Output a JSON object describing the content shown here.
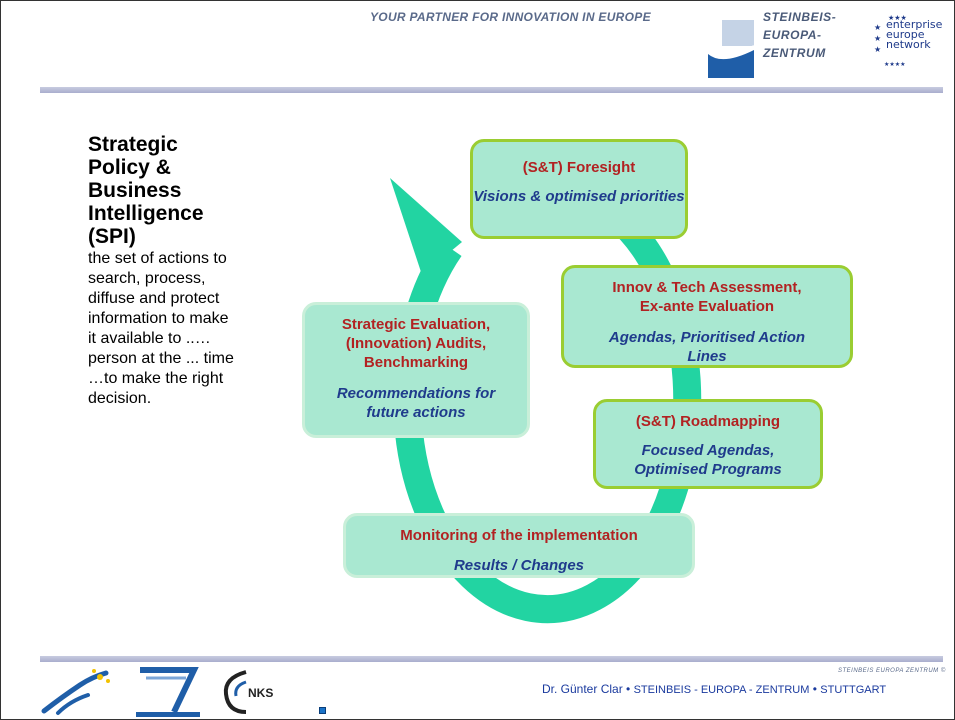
{
  "header": {
    "tagline": "YOUR PARTNER FOR INNOVATION IN EUROPE",
    "logo_lines": [
      "STEINBEIS-",
      "EUROPA-",
      "ZENTRUM"
    ],
    "een_lines": [
      "enterprise",
      "europe",
      "network"
    ]
  },
  "left": {
    "title": "Strategic Policy & Business Intelligence (SPI)",
    "description": "the set of actions to search, process, diffuse and protect information to make it available to ..…person at the ... time …to make the right decision."
  },
  "cycle": {
    "foresight": {
      "title": "(S&T) Foresight",
      "sub": "Visions & optimised priorities"
    },
    "assessment": {
      "title": "Innov & Tech Assessment, Ex-ante Evaluation",
      "sub": "Agendas, Prioritised Action Lines"
    },
    "roadmapping": {
      "title": "(S&T) Roadmapping",
      "sub": "Focused Agendas, Optimised Programs"
    },
    "monitoring": {
      "title": "Monitoring of the implementation",
      "sub": "Results / Changes"
    },
    "evaluation": {
      "title": "Strategic Evaluation, (Innovation) Audits, Benchmarking",
      "sub": "Recommendations for future actions"
    }
  },
  "footer": {
    "small": "STEINBEIS EUROPA ZENTRUM ©",
    "author": "Dr. Günter Clar",
    "org": "STEINBEIS - EUROPA - ZENTRUM",
    "city": "STUTTGART",
    "nks": "NKS"
  },
  "colors": {
    "cycle_arrow": "#22d4a2",
    "box_fill": "#a9e8d1",
    "box_border": "#9acd32",
    "title_red": "#b22222",
    "sub_blue": "#1f3b8c"
  }
}
